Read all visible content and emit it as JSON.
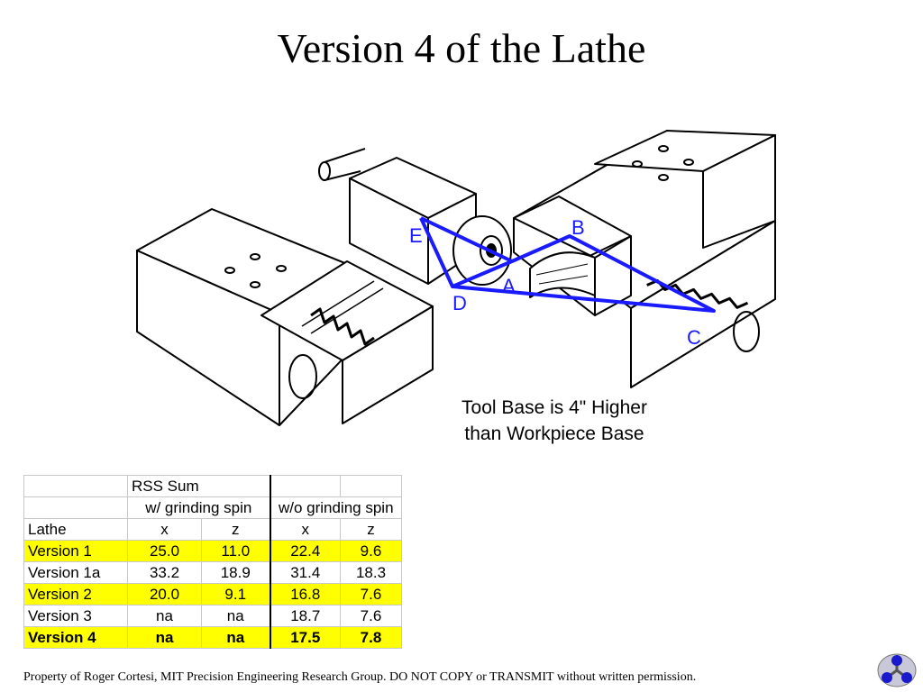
{
  "slide": {
    "title": "Version 4 of the Lathe",
    "caption_line1": "Tool Base is 4\" Higher",
    "caption_line2": "than Workpiece Base",
    "footer": "Property of Roger Cortesi, MIT Precision Engineering Research Group. DO NOT COPY or TRANSMIT without written permission."
  },
  "diagram": {
    "labels": {
      "a": "A",
      "b": "B",
      "c": "C",
      "d": "D",
      "e": "E"
    },
    "line_color": "#1a1aff",
    "label_color": "#1a1aff"
  },
  "table": {
    "group_header": "RSS Sum",
    "sub_header_1": "w/ grinding spin",
    "sub_header_2": "w/o grinding spin",
    "col_lathe": "Lathe",
    "col_x1": "x",
    "col_z1": "z",
    "col_x2": "x",
    "col_z2": "z",
    "rows": [
      {
        "lathe": "Version 1",
        "x1": "25.0",
        "z1": "11.0",
        "x2": "22.4",
        "z2": "9.6"
      },
      {
        "lathe": "Version 1a",
        "x1": "33.2",
        "z1": "18.9",
        "x2": "31.4",
        "z2": "18.3"
      },
      {
        "lathe": "Version 2",
        "x1": "20.0",
        "z1": "9.1",
        "x2": "16.8",
        "z2": "7.6"
      },
      {
        "lathe": "Version 3",
        "x1": "na",
        "z1": "na",
        "x2": "18.7",
        "z2": "7.6"
      },
      {
        "lathe": "Version 4",
        "x1": "na",
        "z1": "na",
        "x2": "17.5",
        "z2": "7.8"
      }
    ],
    "highlight_color": "#ffff00"
  }
}
